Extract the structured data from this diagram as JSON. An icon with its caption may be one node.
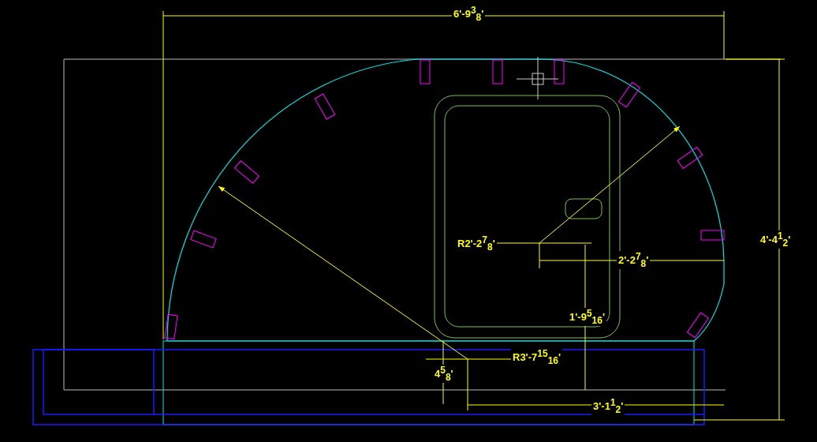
{
  "diagram": {
    "labels": [
      "6'-9$^{3}$$_{8}$'",
      "4'-4$^{1}$$_{2}$'",
      "R2'-2$^{7}$$_{8}$'",
      "2'-2$^{7}$$_{8}$'",
      "1'-9$^{5}$$_{16}$'",
      "R3'-7$^{15}$$_{16}$'",
      "4$^{5}$$_{8}$'",
      "3'-1$^{1}$$_{2}$'"
    ]
  }
}
